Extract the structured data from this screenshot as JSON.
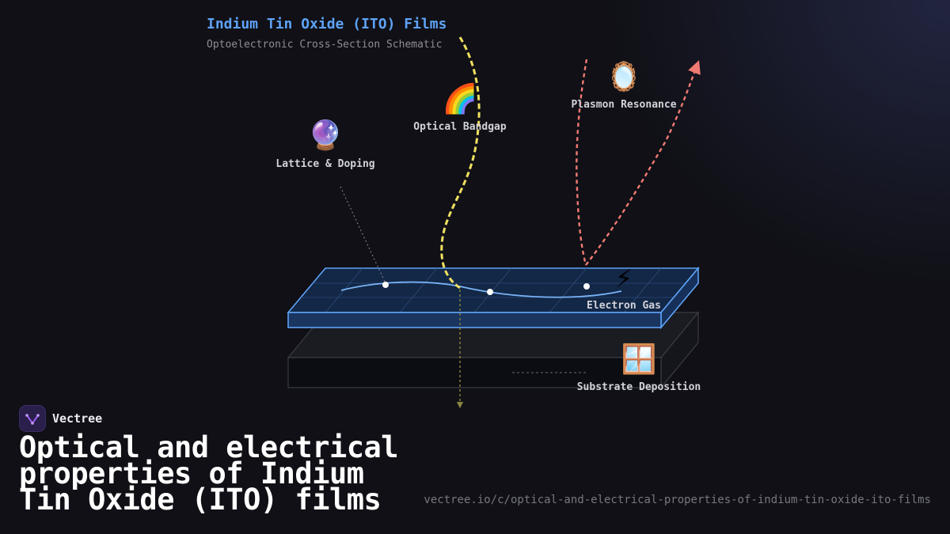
{
  "header": {
    "title": "Indium Tin Oxide (ITO) Films",
    "subtitle": "Optoelectronic Cross-Section Schematic"
  },
  "nodes": {
    "lattice": {
      "icon": "🔮",
      "icon_name": "crystal-ball-icon",
      "label": "Lattice & Doping"
    },
    "bandgap": {
      "icon": "🌈",
      "icon_name": "rainbow-icon",
      "label": "Optical Bandgap"
    },
    "plasmon": {
      "icon": "🪞",
      "icon_name": "mirror-icon",
      "label": "Plasmon Resonance"
    },
    "electron": {
      "icon": "⚡",
      "icon_name": "lightning-icon",
      "label": "Electron Gas"
    },
    "substrate": {
      "icon": "🪟",
      "icon_name": "window-icon",
      "label": "Substrate Deposition"
    }
  },
  "brand": {
    "name": "Vectree"
  },
  "footer": {
    "headline": "Optical and electrical properties of Indium Tin Oxide (ITO) films",
    "url": "vectree.io/c/optical-and-electrical-properties-of-indium-tin-oxide-ito-films"
  },
  "colors": {
    "accent_blue": "#5ea2f5",
    "light_ray": "#f0e060",
    "plasmon_ray": "#f07a72",
    "brand_purple": "#9b5cf0"
  }
}
